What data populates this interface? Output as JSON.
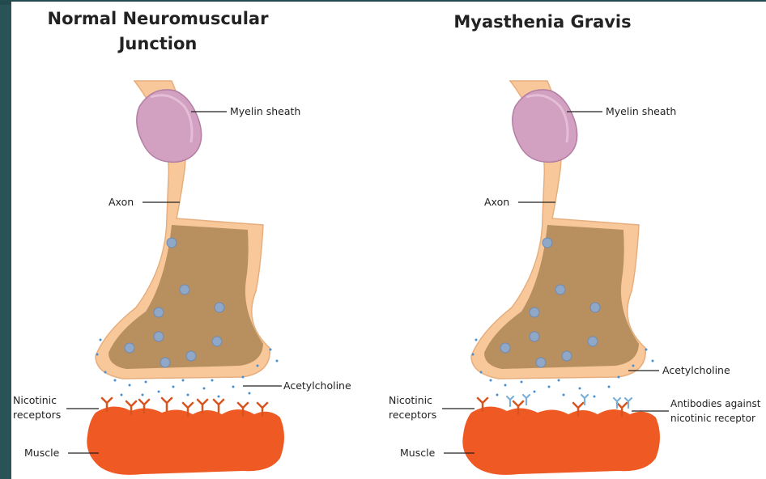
{
  "normal": {
    "title": "Normal Neuromuscular\nJunction",
    "labels": {
      "myelin": "Myelin sheath",
      "axon": "Axon",
      "acetylcholine": "Acetylcholine",
      "receptors": "Nicotinic\nreceptors",
      "muscle": "Muscle"
    }
  },
  "mg": {
    "title": "Myasthenia Gravis",
    "labels": {
      "myelin": "Myelin sheath",
      "axon": "Axon",
      "acetylcholine": "Acetylcholine",
      "receptors": "Nicotinic\nreceptors",
      "muscle": "Muscle",
      "antibodies": "Antibodies against\nnicotinic receptor"
    }
  },
  "colors": {
    "axon_fill": "#f8c89a",
    "terminal_interior": "#b8905f",
    "myelin": "#d2a0c0",
    "vesicle": "#8fa8c8",
    "acetylcholine": "#4a90d0",
    "muscle": "#ef5a24",
    "receptor": "#d9531e",
    "antibody": "#7ab0d8"
  }
}
